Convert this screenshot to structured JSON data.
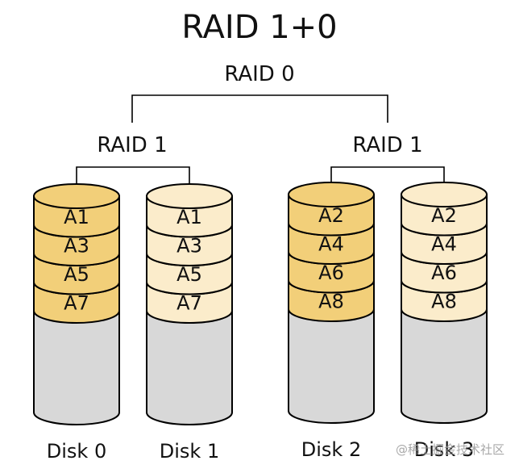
{
  "title": "RAID 1+0",
  "top_label": "RAID 0",
  "mirrors": [
    {
      "label": "RAID 1"
    },
    {
      "label": "RAID 1"
    }
  ],
  "disks": [
    {
      "label": "Disk 0",
      "blocks": [
        "A1",
        "A3",
        "A5",
        "A7"
      ],
      "fill": "#f2cf79",
      "edge": "#e8bd52"
    },
    {
      "label": "Disk 1",
      "blocks": [
        "A1",
        "A3",
        "A5",
        "A7"
      ],
      "fill": "#fbeccb",
      "edge": "#f3ddb0"
    },
    {
      "label": "Disk 2",
      "blocks": [
        "A2",
        "A4",
        "A6",
        "A8"
      ],
      "fill": "#f2cf79",
      "edge": "#e8bd52"
    },
    {
      "label": "Disk 3",
      "blocks": [
        "A2",
        "A4",
        "A6",
        "A8"
      ],
      "fill": "#fbeccb",
      "edge": "#f3ddb0"
    }
  ],
  "empty_fill": "#d8d8d8",
  "watermark": "@稀土掘金技术社区"
}
